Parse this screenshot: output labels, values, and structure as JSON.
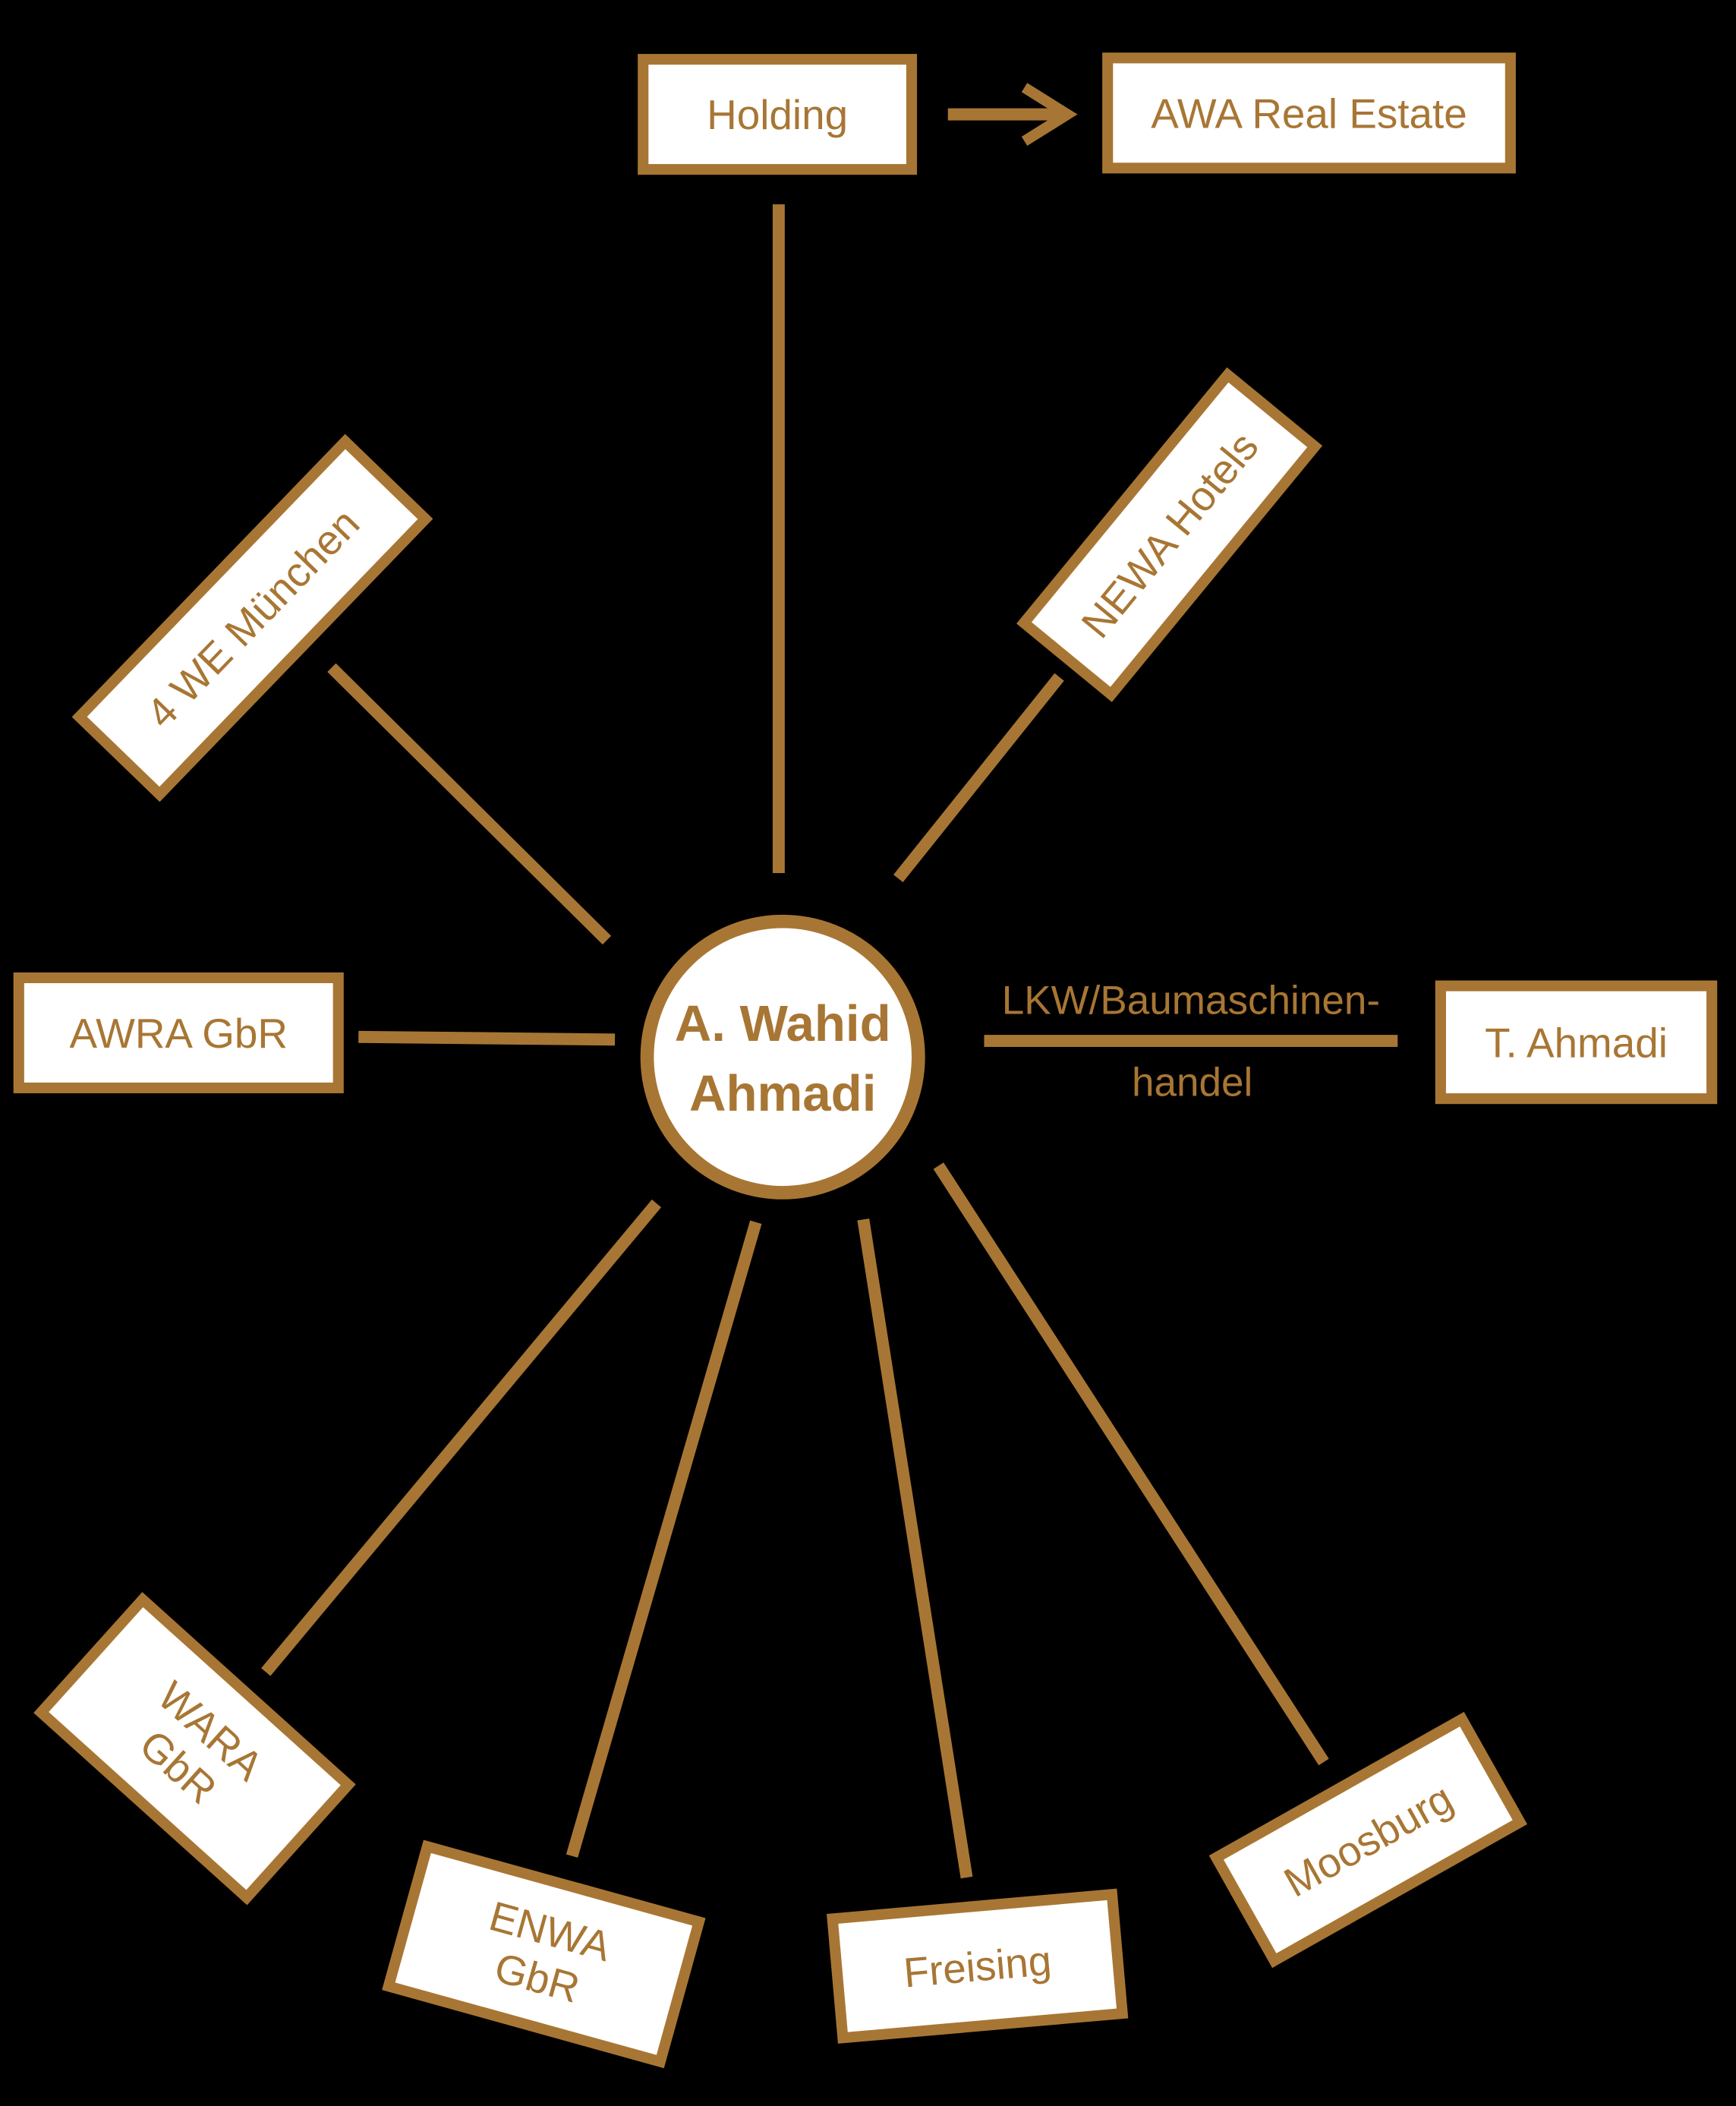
{
  "colors": {
    "accent": "#A87634",
    "background": "#000000",
    "box_fill": "#FFFFFF"
  },
  "center": {
    "line1": "A. Wahid",
    "line2": "Ahmadi"
  },
  "nodes": {
    "holding": "Holding",
    "awa_real_estate": "AWA Real Estate",
    "we_muenchen": "4 WE München",
    "newa_hotels": "NEWA Hotels",
    "awra_gbr": "AWRA GbR",
    "t_ahmadi": "T. Ahmadi",
    "wara_1": "WARA",
    "wara_2": "GbR",
    "enwa_1": "ENWA",
    "enwa_2": "GbR",
    "freising": "Freising",
    "moosburg": "Moosburg"
  },
  "edge_labels": {
    "lkw_1": "LKW/Baumaschinen-",
    "lkw_2": "handel"
  }
}
